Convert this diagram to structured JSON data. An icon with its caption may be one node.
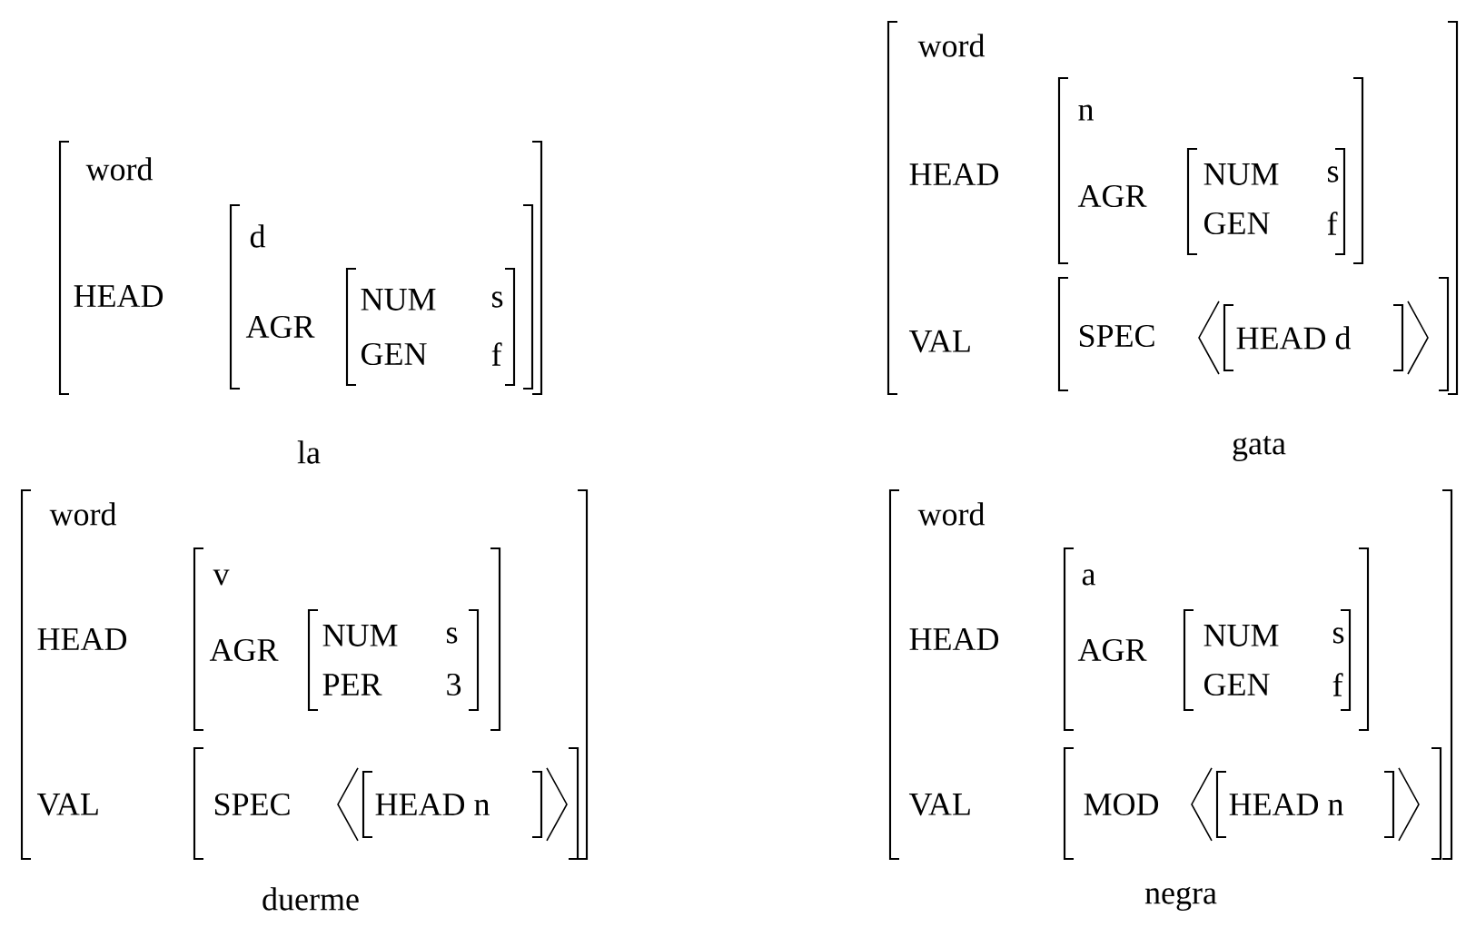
{
  "diagram": {
    "nodes": [
      {
        "text": [
          "word",
          "HEAD"
        ],
        "beside": [
          "la"
        ]
      },
      {
        "text": [
          "d",
          "AGR"
        ],
        "in": 0
      },
      {
        "text": [
          "NUM",
          "s",
          "GEN",
          "f"
        ],
        "in": 1
      },
      {
        "text": [
          "word",
          "HEAD",
          "VAL"
        ],
        "beside": [
          "gata"
        ]
      },
      {
        "text": [
          "n",
          "AGR"
        ],
        "in": 3
      },
      {
        "text": [
          "NUM",
          "s",
          "GEN",
          "f"
        ],
        "in": 4
      },
      {
        "text": [
          "SPEC"
        ],
        "in": 3
      },
      {
        "text": [
          "HEAD d"
        ],
        "in": 6
      },
      {
        "text": [
          "word",
          "HEAD",
          "VAL"
        ],
        "beside": [
          "duerme"
        ]
      },
      {
        "text": [
          "v",
          "AGR"
        ],
        "in": 8
      },
      {
        "text": [
          "NUM",
          "s",
          "PER",
          "3"
        ],
        "in": 9
      },
      {
        "text": [
          "SPEC"
        ],
        "in": 8
      },
      {
        "text": [
          "HEAD n"
        ],
        "in": 11
      },
      {
        "text": [
          "word",
          "HEAD",
          "VAL"
        ],
        "beside": [
          "negra"
        ]
      },
      {
        "text": [
          "a",
          "AGR"
        ],
        "in": 13
      },
      {
        "text": [
          "NUM",
          "s",
          "GEN",
          "f"
        ],
        "in": 14
      },
      {
        "text": [
          "MOD"
        ],
        "in": 13
      },
      {
        "text": [
          "HEAD n"
        ],
        "in": 16
      }
    ]
  }
}
